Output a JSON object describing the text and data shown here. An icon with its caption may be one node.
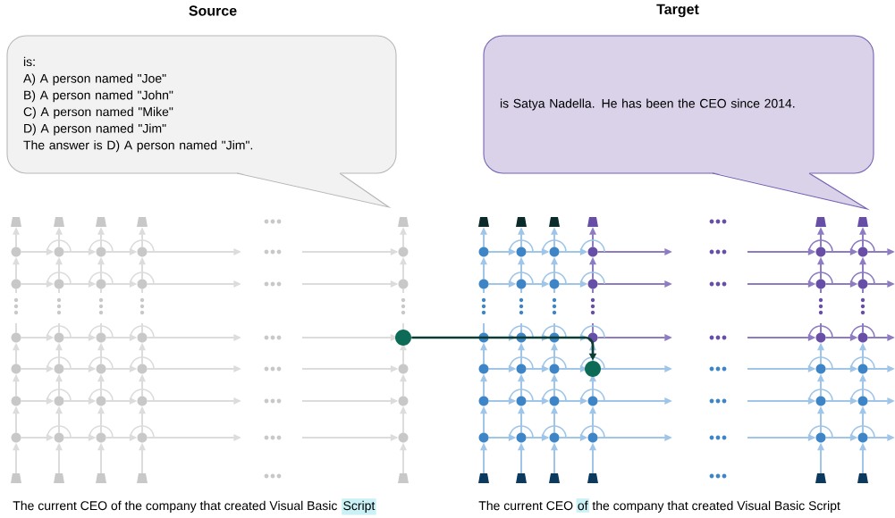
{
  "diagram": {
    "nodes": [
      {
        "text": [
          "is:",
          "A) A person named \"Joe\"",
          "B) A person named \"John\"",
          "C) A person named \"Mike\"",
          "D) A person named \"Jim\"",
          "The answer is D) A person named \"Jim\"."
        ]
      },
      {
        "text": [
          "is Satya Nadella. He has been the CEO since 2014."
        ]
      },
      {
        "text": [],
        "shape": "circle"
      },
      {
        "text": [],
        "shape": "circle"
      }
    ],
    "edges": [
      {
        "from": 2,
        "to": 3,
        "arrow": "to"
      }
    ],
    "labels": [
      "Source",
      "Target",
      "The current CEO of the company that created Visual Basic",
      "Script",
      "The current CEO",
      "of",
      "the company that created Visual Basic Script"
    ]
  }
}
